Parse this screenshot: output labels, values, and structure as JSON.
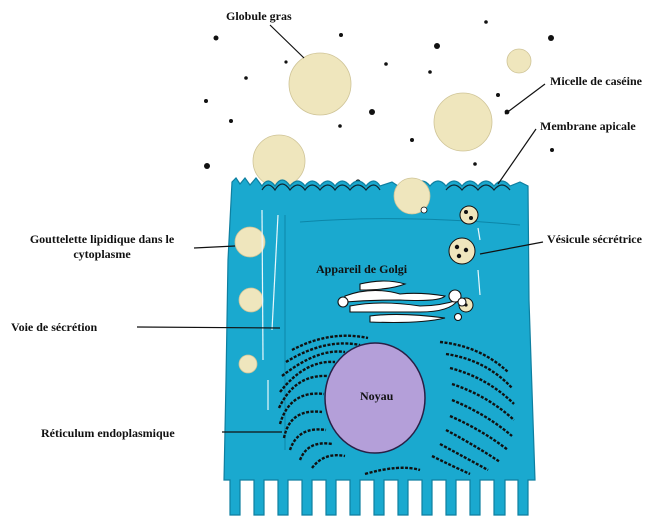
{
  "labels": {
    "fat_globule": "Globule gras",
    "casein_micelle": "Micelle de caséine",
    "apical_membrane": "Membrane apicale",
    "secretory_vesicle": "Vésicule sécrétrice",
    "lipid_droplet": "Gouttelette lipidique dans le cytoplasme",
    "golgi": "Appareil de Golgi",
    "secretion_pathway": "Voie de sécrétion",
    "nucleus": "Noyau",
    "er": "Réticulum endoplasmique"
  },
  "colors": {
    "cytoplasm": "#1aa9cf",
    "fat": "#efe6bd",
    "nucleus": "#b49fd9",
    "ink": "#111111",
    "background": "#ffffff"
  }
}
